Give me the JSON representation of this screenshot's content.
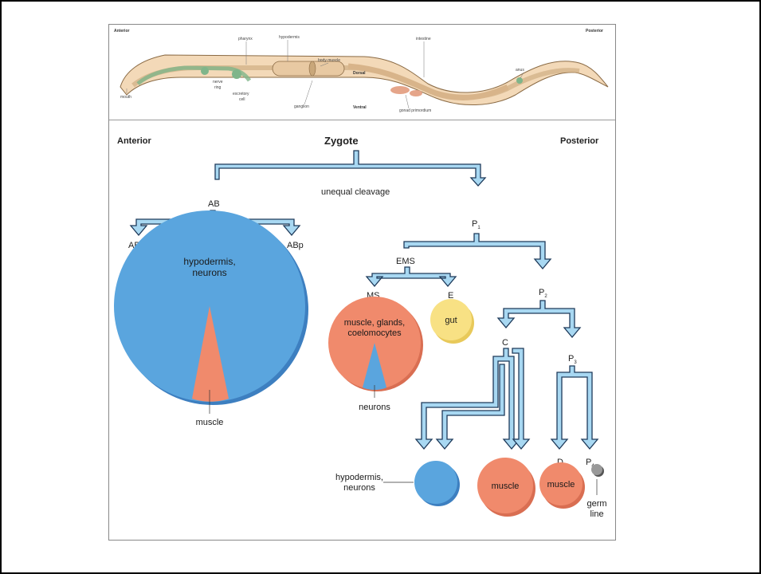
{
  "worm": {
    "anterior": "Anterior",
    "posterior": "Posterior",
    "dorsal": "Dorsal",
    "ventral": "Ventral",
    "labels": {
      "mouth": "mouth",
      "pharynx": "pharynx",
      "nerve_ring": "nerve\nring",
      "nerve_ring_l1": "nerve",
      "nerve_ring_l2": "ring",
      "excretory_l1": "excretory",
      "excretory_l2": "cell",
      "hypodermis": "hypodermis",
      "body_muscle": "body muscle",
      "ganglion": "ganglion",
      "intestine": "intestine",
      "gonad": "gonad primordium",
      "anus": "anus"
    }
  },
  "lineage": {
    "anterior": "Anterior",
    "zygote": "Zygote",
    "posterior": "Posterior",
    "unequal_cleavage": "unequal cleavage",
    "AB": "AB",
    "P1": "P",
    "P1_sub": "1",
    "ABa": "ABa",
    "ABp": "ABp",
    "EMS": "EMS",
    "P2": "P",
    "P2_sub": "2",
    "MS": "MS",
    "E": "E",
    "C": "C",
    "P3": "P",
    "P3_sub": "3",
    "D": "D",
    "P4": "P",
    "P4_sub": "4",
    "ab_fate_l1": "hypodermis,",
    "ab_fate_l2": "neurons",
    "ab_muscle": "muscle",
    "ms_fate_l1": "muscle, glands,",
    "ms_fate_l2": "coelomocytes",
    "ms_neurons": "neurons",
    "e_fate": "gut",
    "c_fate_l1": "hypodermis,",
    "c_fate_l2": "neurons",
    "c_muscle": "muscle",
    "d_muscle": "muscle",
    "germ_l1": "germ",
    "germ_l2": "line"
  },
  "colors": {
    "blue": "#5aa5de",
    "blue_dark": "#3d7fc0",
    "salmon": "#f08a6c",
    "salmon_dark": "#d96e52",
    "yellow": "#f8e184",
    "yellow_dark": "#e8c95a",
    "arrow_fill": "#a8d8f2",
    "arrow_stroke": "#1e3a5a",
    "gray": "#888888"
  }
}
